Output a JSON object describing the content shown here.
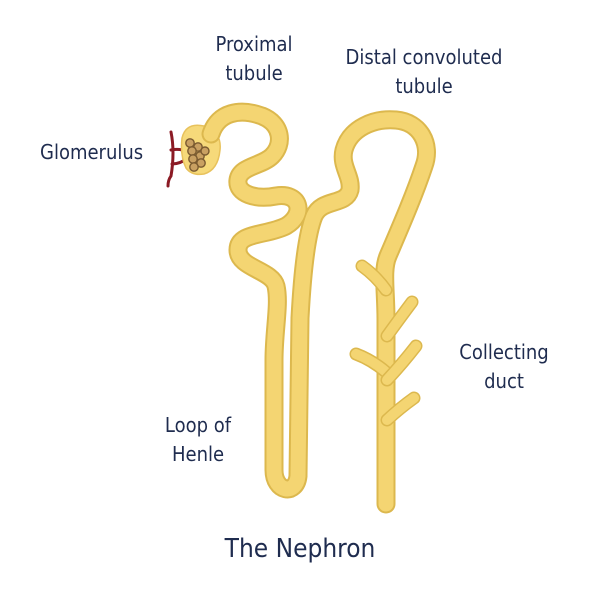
{
  "title": "The Nephron",
  "labels": {
    "proximal": [
      "Proximal",
      "tubule"
    ],
    "distal": [
      "Distal convoluted",
      "tubule"
    ],
    "glomerulus": [
      "Glomerulus"
    ],
    "collecting": [
      "Collecting",
      "duct"
    ],
    "loop": [
      "Loop of",
      "Henle"
    ]
  },
  "colors": {
    "tubule": "#f4d572",
    "tubule_shadow": "#d9b64a",
    "capsule": "#f7dc80",
    "glomerulus_cells": "#c9a062",
    "glomerulus_cell_stroke": "#7a5a30",
    "vessel": "#8b1a24",
    "text": "#1f2c4f"
  }
}
